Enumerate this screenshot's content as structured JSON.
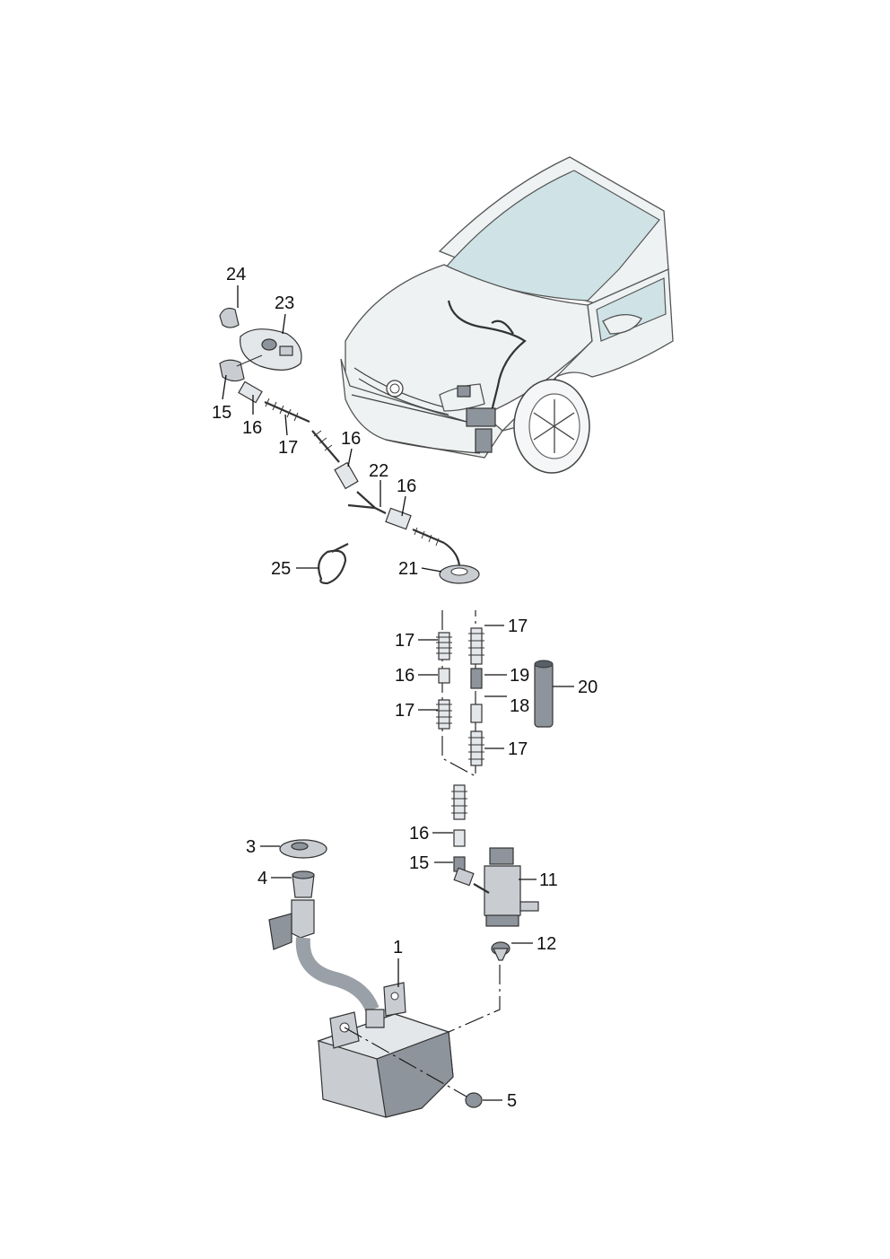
{
  "callouts": {
    "c1": "1",
    "c3": "3",
    "c4": "4",
    "c5": "5",
    "c11": "11",
    "c12": "12",
    "c15a": "15",
    "c15b": "15",
    "c16a": "16",
    "c16b": "16",
    "c16c": "16",
    "c16d": "16",
    "c16e": "16",
    "c17a": "17",
    "c17b": "17",
    "c17c": "17",
    "c17d": "17",
    "c17e": "17",
    "c18": "18",
    "c19": "19",
    "c20": "20",
    "c21": "21",
    "c22": "22",
    "c23": "23",
    "c24": "24",
    "c25": "25"
  },
  "icons": {
    "vehicle": "car-front-icon",
    "reservoir": "washer-reservoir-icon",
    "pump": "washer-pump-icon"
  }
}
